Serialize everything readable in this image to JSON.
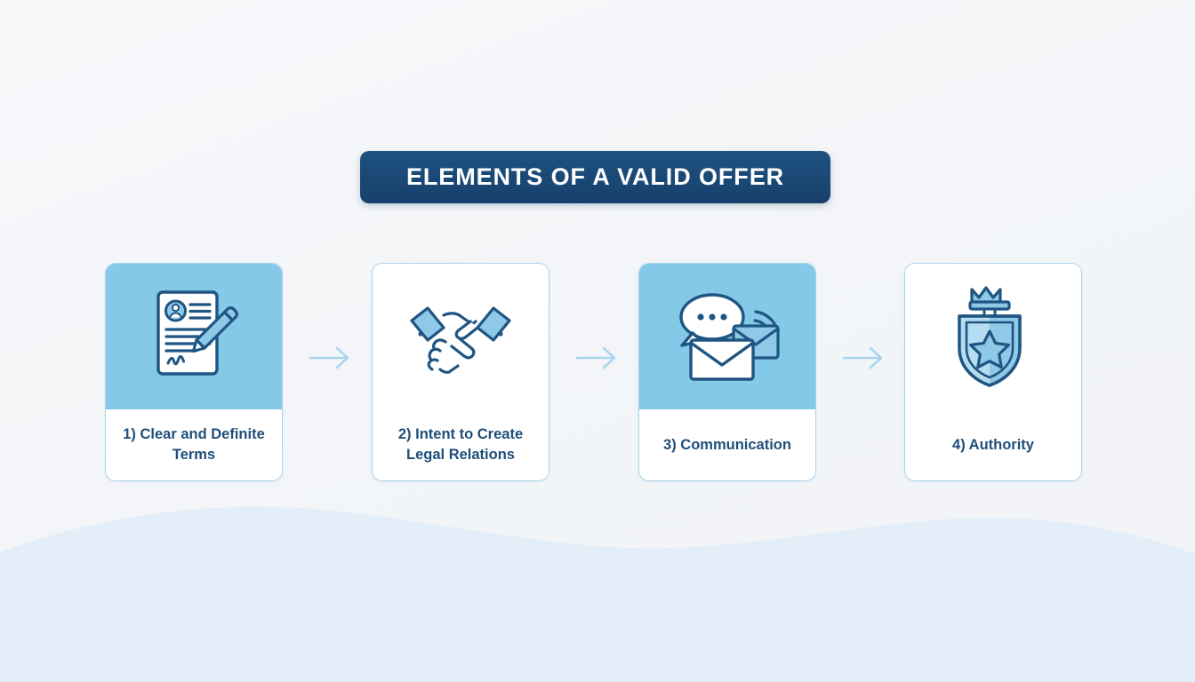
{
  "page": {
    "background_color": "#f4f6f8",
    "wave_color": "#e2eef7"
  },
  "header": {
    "title": "ELEMENTS OF A VALID OFFER",
    "banner_color": "#1b4a78",
    "title_color": "#ffffff"
  },
  "theme": {
    "accent_light": "#85c9e8",
    "accent_border": "#a9d6ed",
    "text_navy": "#1f4e79",
    "icon_stroke": "#1f5582",
    "icon_fill_light": "#8fc9e8",
    "arrow_color": "#a9d6ed"
  },
  "flow": {
    "cards": [
      {
        "index": "1",
        "label": "1) Clear and Definite Terms",
        "icon": "document-signature-icon",
        "tinted": true
      },
      {
        "index": "2",
        "label": "2) Intent to Create Legal Relations",
        "icon": "handshake-icon",
        "tinted": false
      },
      {
        "index": "3",
        "label": "3) Communication",
        "icon": "speech-bubble-envelope-icon",
        "tinted": true
      },
      {
        "index": "4",
        "label": "4) Authority",
        "icon": "shield-badge-star-icon",
        "tinted": false
      }
    ],
    "connectors": [
      {
        "name": "arrow-right-icon"
      },
      {
        "name": "arrow-right-icon"
      },
      {
        "name": "arrow-right-icon"
      }
    ]
  }
}
